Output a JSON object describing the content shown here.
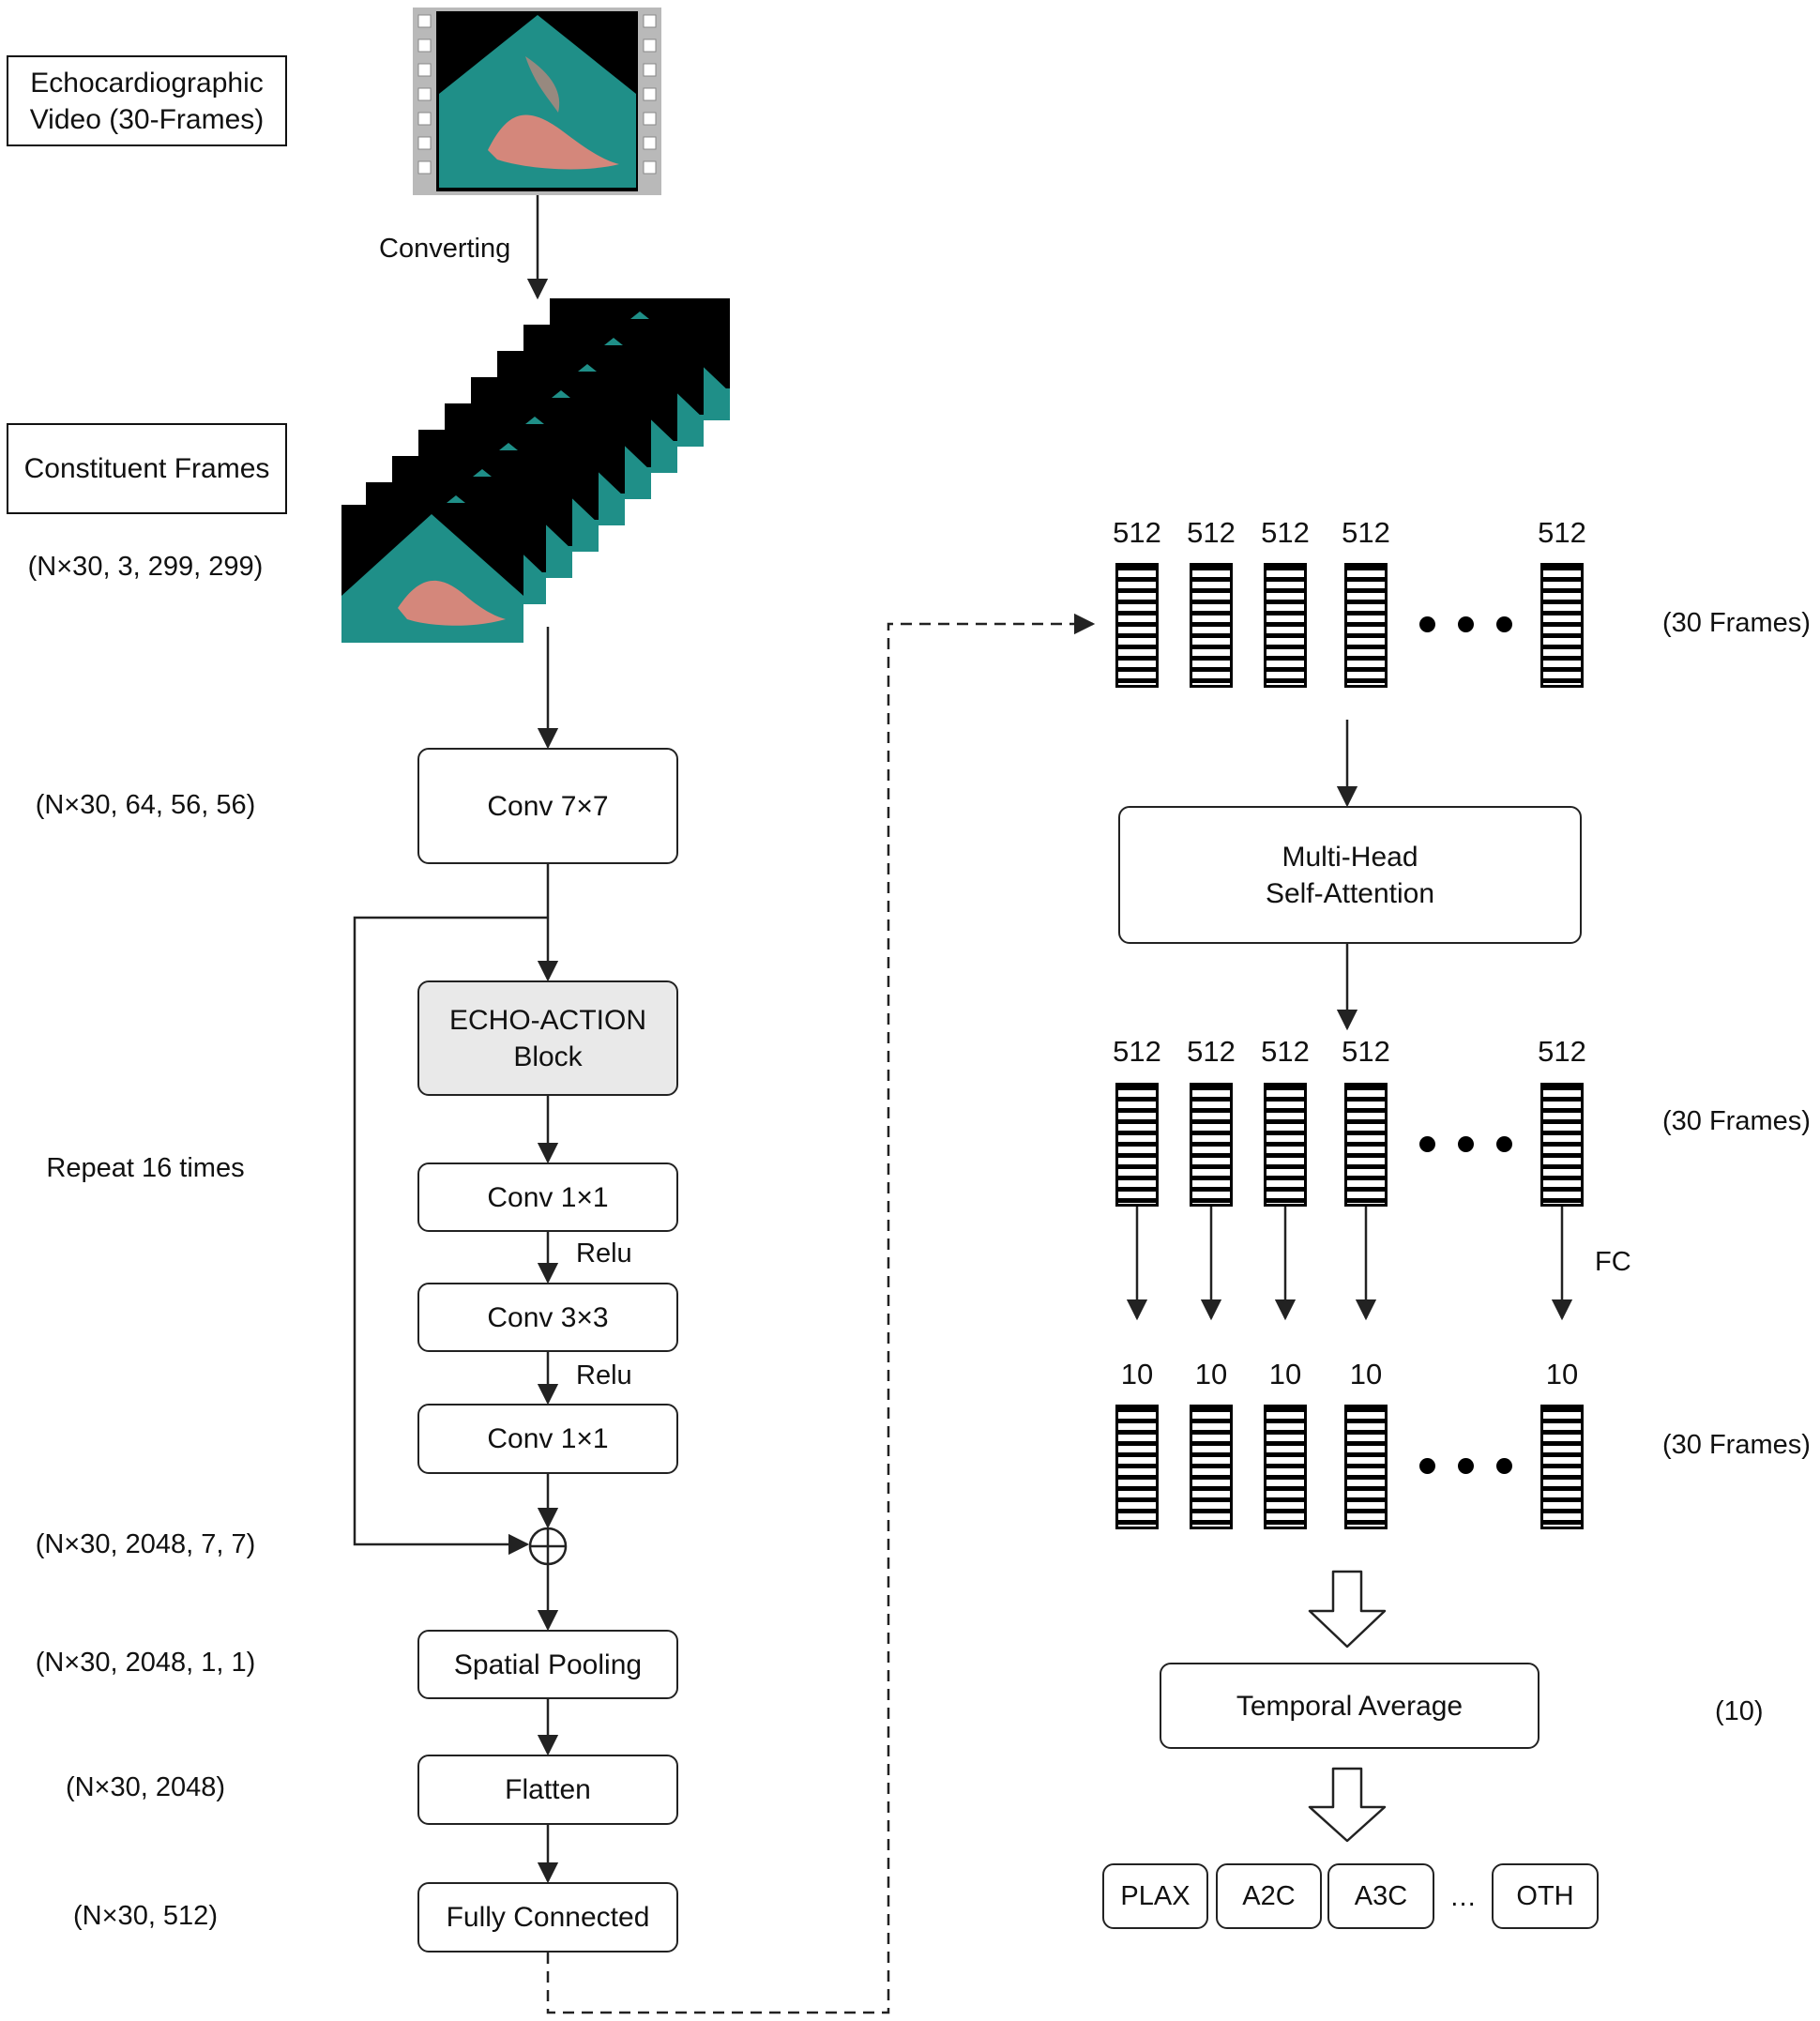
{
  "labels": {
    "input_video": "Echocardiographic\nVideo  (30-Frames)",
    "converting": "Converting",
    "constituent_frames": "Constituent Frames",
    "repeat": "Repeat 16 times",
    "relu_1": "Relu",
    "relu_2": "Relu",
    "fc": "FC",
    "ellipsis": "…"
  },
  "shapes": {
    "frames_shape": "(N×30, 3, 299, 299)",
    "conv7_shape": "(N×30, 64, 56, 56)",
    "block_shape": "(N×30, 2048, 7, 7)",
    "pool_shape": "(N×30, 2048, 1, 1)",
    "flatten_shape": "(N×30, 2048)",
    "fc_shape": "(N×30, 512)",
    "frames_a": "(30 Frames)",
    "frames_b": "(30 Frames)",
    "frames_c": "(30 Frames)",
    "avg_shape": "(10)"
  },
  "blocks": {
    "conv7": "Conv 7×7",
    "echo_action": "ECHO-ACTION\nBlock",
    "conv1a": "Conv 1×1",
    "conv3": "Conv 3×3",
    "conv1b": "Conv 1×1",
    "spatial_pooling": "Spatial Pooling",
    "flatten": "Flatten",
    "fully_connected": "Fully Connected",
    "mhsa": "Multi-Head\nSelf-Attention",
    "temporal_average": "Temporal Average"
  },
  "feature_rows": {
    "row1": [
      "512",
      "512",
      "512",
      "512",
      "512"
    ],
    "row2": [
      "512",
      "512",
      "512",
      "512",
      "512"
    ],
    "row3": [
      "10",
      "10",
      "10",
      "10",
      "10"
    ]
  },
  "outputs": [
    "PLAX",
    "A2C",
    "A3C",
    "OTH"
  ],
  "colors": {
    "ultrasound_teal": "#1f8f88",
    "heart_pink": "#e8867a",
    "stroke": "#222222",
    "block_gray": "#e9e9e9"
  }
}
